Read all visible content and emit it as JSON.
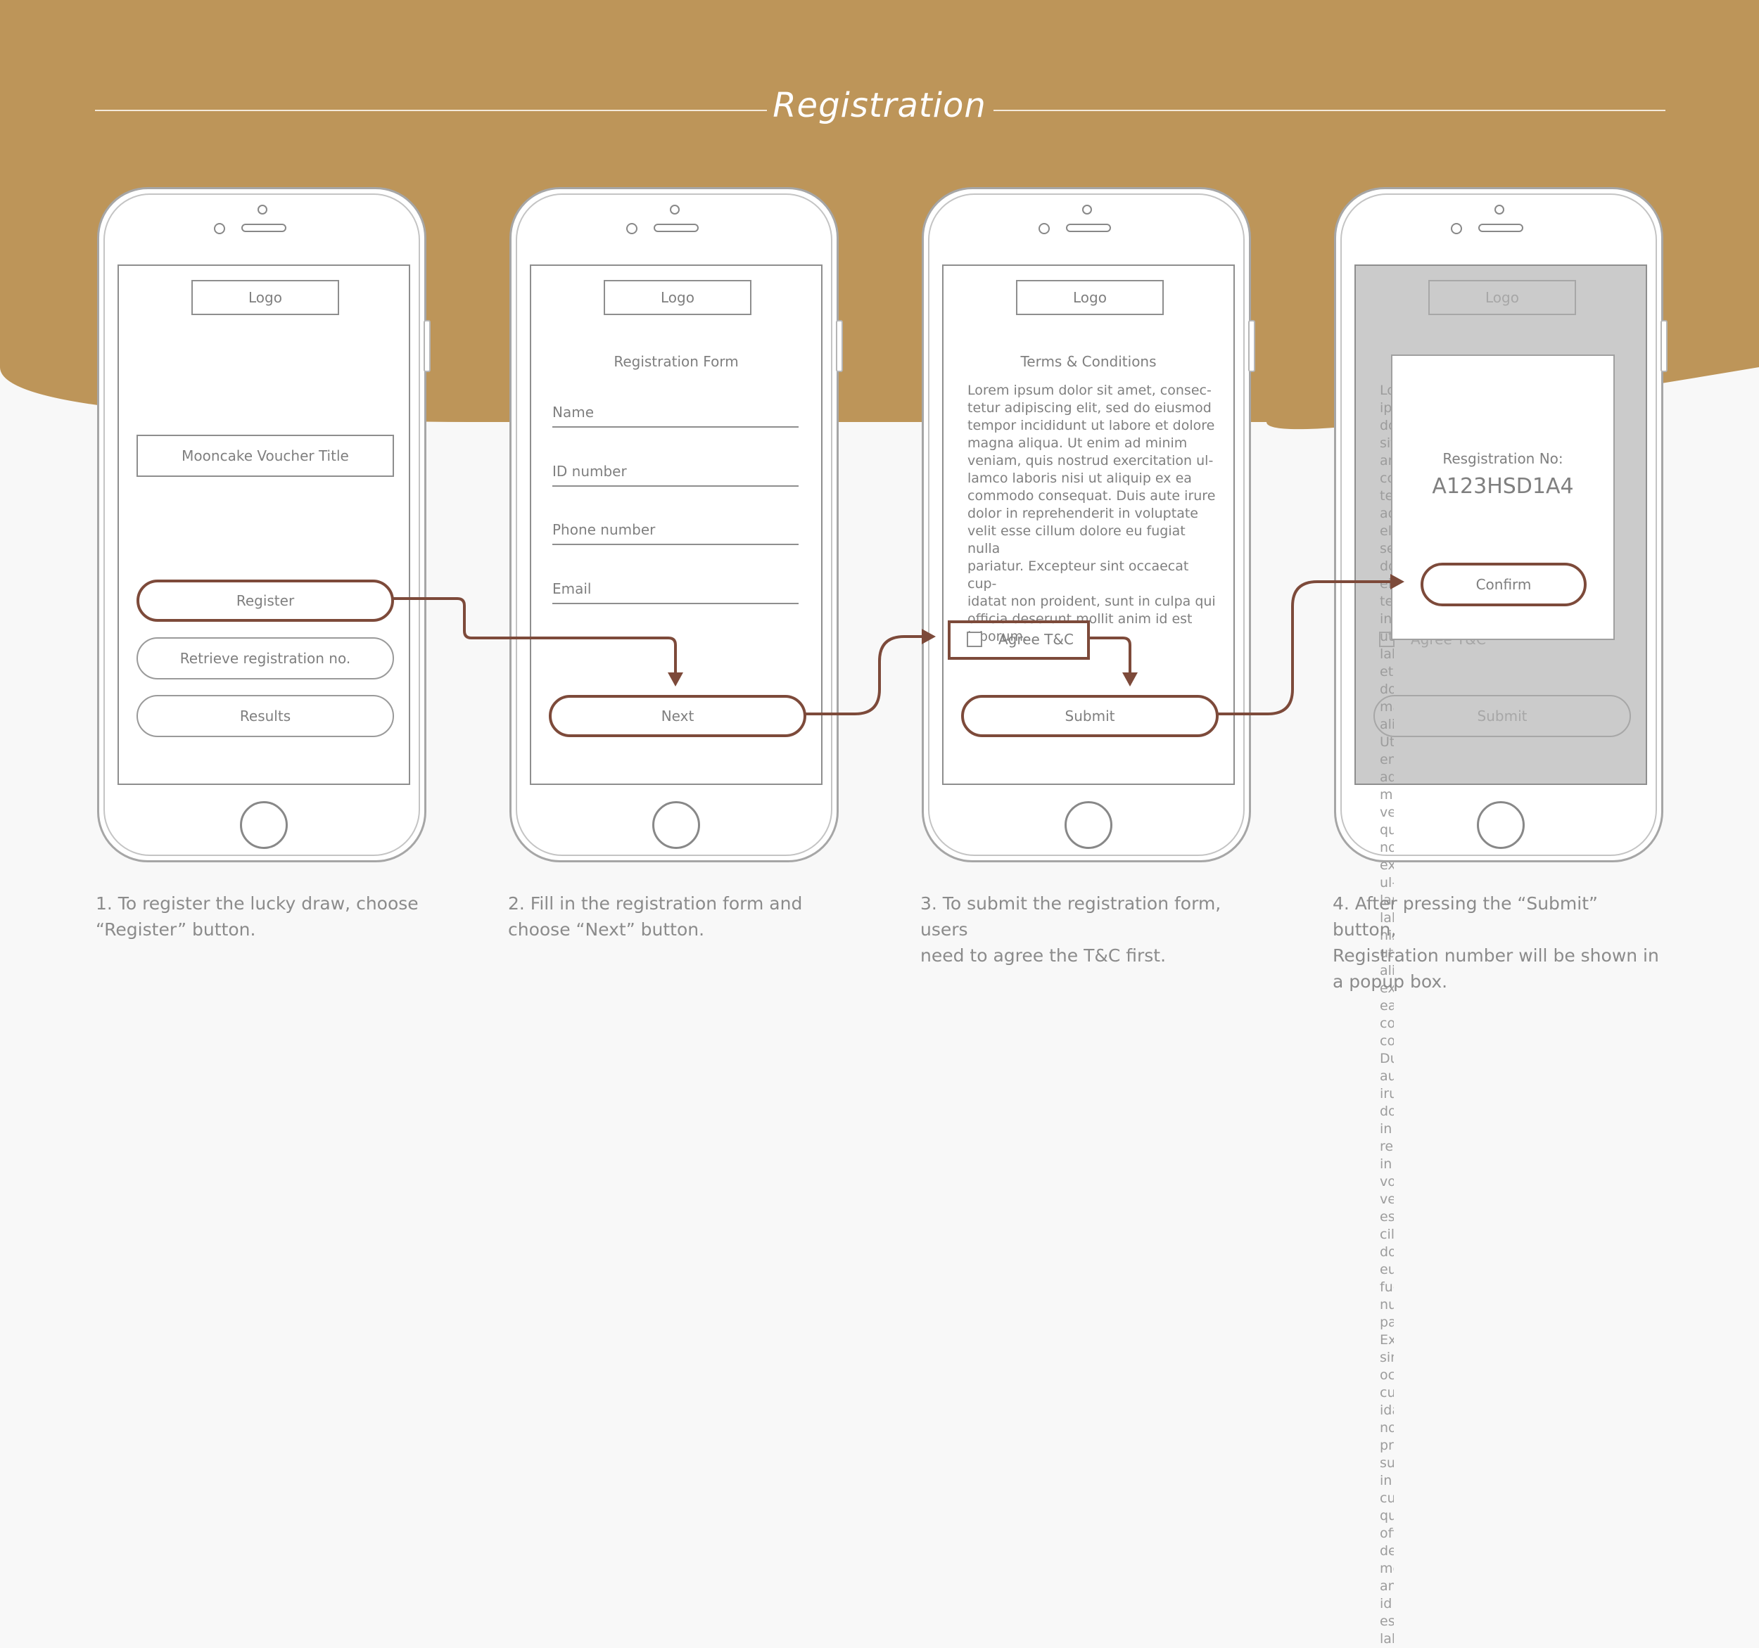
{
  "title": "Registration",
  "colors": {
    "accent_gold": "#bd9559",
    "flow_brown": "#7d4a3a",
    "wire_gray": "#8e8e8e"
  },
  "screens": [
    {
      "logo": "Logo",
      "voucher_title": "Mooncake Voucher Title",
      "buttons": [
        "Register",
        "Retrieve registration no.",
        "Results"
      ]
    },
    {
      "logo": "Logo",
      "heading": "Registration Form",
      "fields": [
        "Name",
        "ID number",
        "Phone number",
        "Email"
      ],
      "next_label": "Next"
    },
    {
      "logo": "Logo",
      "heading": "Terms & Conditions",
      "terms_lines": [
        "Lorem ipsum dolor sit amet, consec-",
        "tetur adipiscing elit, sed do eiusmod",
        "tempor incididunt ut labore et dolore",
        "magna aliqua. Ut enim ad minim",
        "veniam, quis nostrud exercitation ul-",
        "lamco laboris nisi ut aliquip ex ea",
        "commodo consequat. Duis aute irure",
        "dolor in reprehenderit in voluptate",
        "velit esse cillum dolore eu fugiat nulla",
        "pariatur. Excepteur sint occaecat cup-",
        "idatat non proident, sunt in culpa qui",
        "officia deserunt mollit anim id est",
        "laborum."
      ],
      "agree_label": "Agree T&C",
      "submit_label": "Submit"
    },
    {
      "logo": "Logo",
      "popup": {
        "label": "Resgistration No:",
        "number": "A123HSD1A4",
        "confirm_label": "Confirm"
      },
      "agree_label": "Agree T&C",
      "submit_label": "Submit"
    }
  ],
  "captions": [
    [
      "1. To register the lucky draw, choose",
      "“Register” button."
    ],
    [
      "2. Fill in the registration form and",
      "choose “Next” button."
    ],
    [
      "3. To submit the registration form, users",
      "need to agree the T&C first."
    ],
    [
      "4. After pressing the “Submit” button,",
      "Registration number will be shown in",
      "a popup box."
    ]
  ]
}
